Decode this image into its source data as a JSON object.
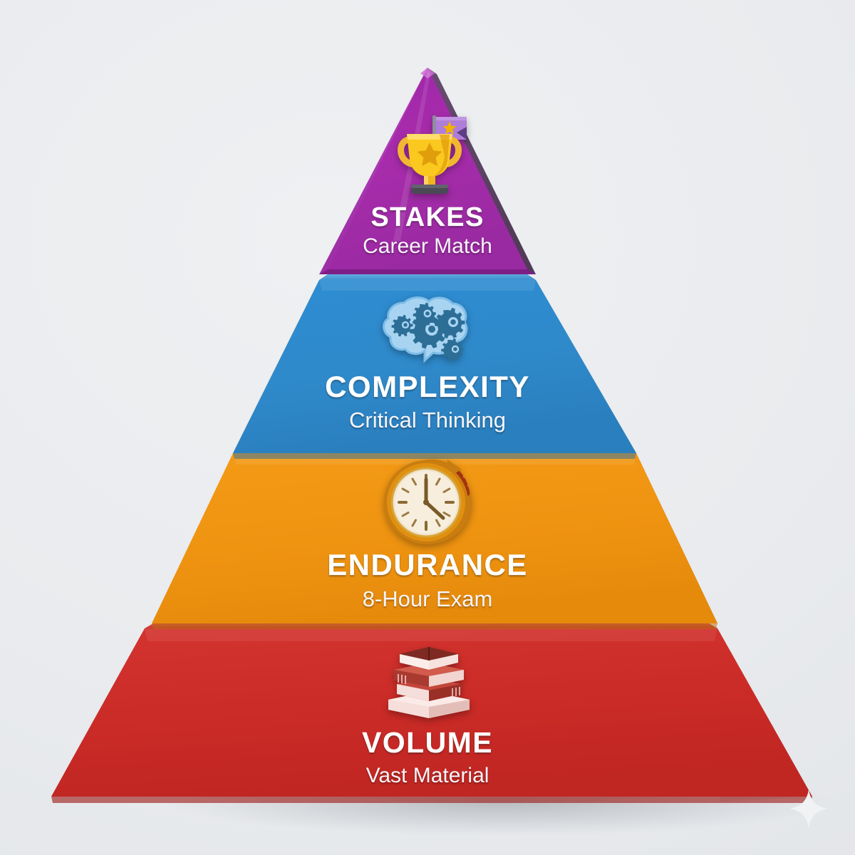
{
  "diagram": {
    "type": "pyramid",
    "orientation": "apex-up",
    "tier_count": 4,
    "background_color": "#E8EAED",
    "decoration": {
      "name": "sparkle",
      "color": "#F2F3F5"
    }
  },
  "tiers": [
    {
      "level": 1,
      "position": "top",
      "title": "STAKES",
      "subtitle": "Career Match",
      "icon": "trophy-flag-icon",
      "color": "#A32CA8",
      "color_left": "#B94BBE",
      "color_right": "#5E4464"
    },
    {
      "level": 2,
      "position": "upper-middle",
      "title": "COMPLEXITY",
      "subtitle": "Critical Thinking",
      "icon": "brain-gears-icon",
      "color": "#2E8BCE",
      "color_left": "#5BA7DC",
      "color_right": "#3C5B7C"
    },
    {
      "level": 3,
      "position": "lower-middle",
      "title": "ENDURANCE",
      "subtitle": "8-Hour Exam",
      "icon": "clock-icon",
      "color": "#EF9411",
      "color_left": "#F4B13C",
      "color_right": "#B5702B"
    },
    {
      "level": 4,
      "position": "bottom",
      "title": "VOLUME",
      "subtitle": "Vast Material",
      "icon": "book-stack-icon",
      "color": "#CC2C28",
      "color_left": "#DC4E44",
      "color_right": "#9B3A36"
    }
  ]
}
